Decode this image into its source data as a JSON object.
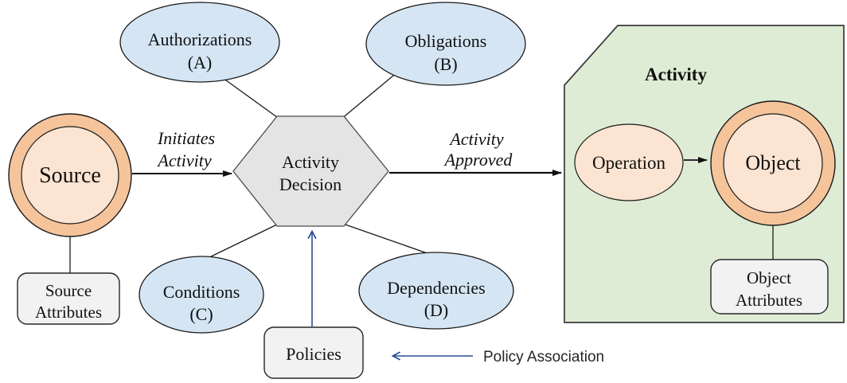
{
  "diagram": {
    "title_context": "Activity decision model",
    "nodes": {
      "source": {
        "label": "Source",
        "shape": "double-circle"
      },
      "source_attributes": {
        "lines": [
          "Source",
          "Attributes"
        ],
        "shape": "rounded-rect"
      },
      "authorizations": {
        "lines": [
          "Authorizations",
          "(A)"
        ],
        "shape": "ellipse"
      },
      "obligations": {
        "lines": [
          "Obligations",
          "(B)"
        ],
        "shape": "ellipse"
      },
      "conditions": {
        "lines": [
          "Conditions",
          "(C)"
        ],
        "shape": "ellipse"
      },
      "dependencies": {
        "lines": [
          "Dependencies",
          "(D)"
        ],
        "shape": "ellipse"
      },
      "activity_decision": {
        "lines": [
          "Activity",
          "Decision"
        ],
        "shape": "hexagon"
      },
      "policies": {
        "label": "Policies",
        "shape": "rounded-rect"
      },
      "activity_container": {
        "label": "Activity",
        "shape": "clipped-rect"
      },
      "operation": {
        "label": "Operation",
        "shape": "ellipse"
      },
      "object": {
        "label": "Object",
        "shape": "double-circle"
      },
      "object_attributes": {
        "lines": [
          "Object",
          "Attributes"
        ],
        "shape": "rounded-rect"
      }
    },
    "edges": {
      "initiates_activity": {
        "lines": [
          "Initiates",
          "Activity"
        ],
        "from": "source",
        "to": "activity_decision"
      },
      "activity_approved": {
        "lines": [
          "Activity",
          "Approved"
        ],
        "from": "activity_decision",
        "to": "activity_container"
      },
      "operation_to_object": {
        "from": "operation",
        "to": "object"
      },
      "policies_to_decision": {
        "from": "policies",
        "to": "activity_decision"
      },
      "policy_association": {
        "label": "Policy Association"
      }
    },
    "colors": {
      "node_blue": "#d5e5f4",
      "node_peach_ring": "#f5c49b",
      "node_peach_fill": "#fbe4d1",
      "hexagon_gray": "#e4e4e4",
      "activity_green": "#deecd5",
      "attribute_box_gray": "#f2f2f2",
      "arrow_blue": "#2a4f96",
      "line_black": "#1a1a1a"
    }
  }
}
